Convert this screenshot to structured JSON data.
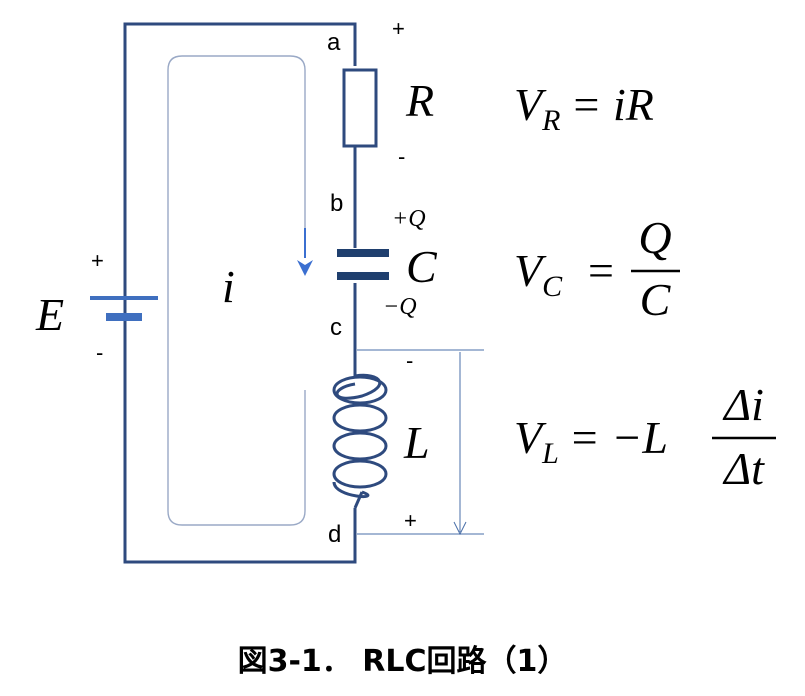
{
  "labels": {
    "node_a": "a",
    "node_b": "b",
    "node_c": "c",
    "node_d": "d",
    "plus": "+",
    "minus": "-",
    "resistor": "R",
    "capacitor": "C",
    "inductor": "L",
    "emf": "E",
    "current": "i",
    "charge_plus": "+Q",
    "charge_minus": "−Q"
  },
  "equations": {
    "vr_var": "V",
    "vr_sub": "R",
    "vr_rhs": "= iR",
    "vc_var": "V",
    "vc_sub": "C",
    "vc_eq": "=",
    "vc_num": "Q",
    "vc_den": "C",
    "vl_var": "V",
    "vl_sub": "L",
    "vl_eq": "= −L",
    "vl_num": "Δi",
    "vl_den": "Δt"
  },
  "caption": "図3-1． RLC回路（1）",
  "colors": {
    "wire": "#2e4a7e",
    "capacitor": "#1f3f6e",
    "battery_short": "#3f6fbf",
    "loop": "#9aa9c6",
    "arrow": "#3b6fd0",
    "dimension": "#4a6fa8"
  }
}
